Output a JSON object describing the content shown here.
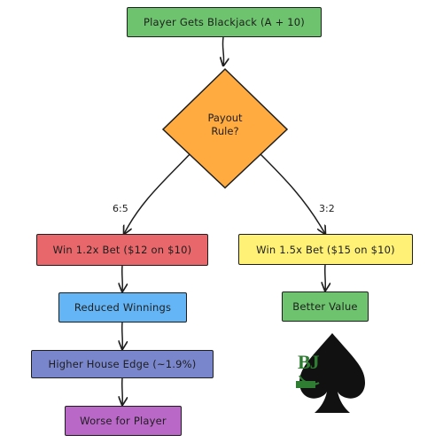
{
  "nodes": {
    "start": {
      "label": "Player Gets Blackjack (A + 10)",
      "fill": "#6ec46e"
    },
    "decision": {
      "line1": "Payout",
      "line2": "Rule?",
      "fill": "#ffab40"
    },
    "left_win": {
      "label": "Win 1.2x Bet ($12 on $10)",
      "fill": "#e8676a"
    },
    "right_win": {
      "label": "Win 1.5x Bet ($15 on $10)",
      "fill": "#fff176"
    },
    "reduced": {
      "label": "Reduced Winnings",
      "fill": "#64b5f6"
    },
    "house_edge": {
      "label": "Higher House Edge (~1.9%)",
      "fill": "#7986cb"
    },
    "worse": {
      "label": "Worse for Player",
      "fill": "#ba68c8"
    },
    "better": {
      "label": "Better Value",
      "fill": "#6ec46e"
    }
  },
  "edges": {
    "left_label": "6:5",
    "right_label": "3:2"
  },
  "logo": {
    "text": "BJ"
  }
}
